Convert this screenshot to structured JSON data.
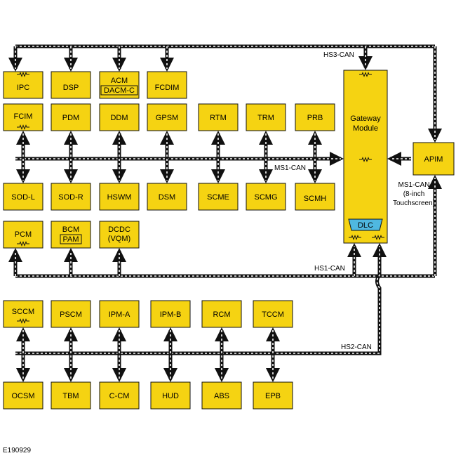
{
  "figure_id": "E190929",
  "colors": {
    "module_fill": "#f5d312",
    "module_stroke": "#111111",
    "dlc_fill": "#4fb8e0",
    "bus": "#111111"
  },
  "buses": {
    "hs3": "HS3-CAN",
    "ms1": "MS1-CAN",
    "hs1": "HS1-CAN",
    "hs2": "HS2-CAN"
  },
  "gateway": {
    "line1": "Gateway",
    "line2": "Module",
    "dlc": "DLC"
  },
  "apim": {
    "label": "APIM",
    "note1": "MS1-CAN",
    "note2": "(8-inch",
    "note3": "Touchscreen)"
  },
  "modules": {
    "ipc": "IPC",
    "dsp": "DSP",
    "acm": "ACM",
    "dacm_c": "DACM-C",
    "fcdim": "FCDIM",
    "fcim": "FCIM",
    "pdm": "PDM",
    "ddm": "DDM",
    "gpsm": "GPSM",
    "rtm": "RTM",
    "trm": "TRM",
    "prb": "PRB",
    "sod_l": "SOD-L",
    "sod_r": "SOD-R",
    "hswm": "HSWM",
    "dsm": "DSM",
    "scme": "SCME",
    "scmg": "SCMG",
    "scmh": "SCMH",
    "pcm": "PCM",
    "bcm": "BCM",
    "pam": "PAM",
    "dcdc_1": "DCDC",
    "dcdc_2": "(VQM)",
    "sccm": "SCCM",
    "pscm": "PSCM",
    "ipm_a": "IPM-A",
    "ipm_b": "IPM-B",
    "rcm": "RCM",
    "tccm": "TCCM",
    "ocsm": "OCSM",
    "tbm": "TBM",
    "c_cm": "C-CM",
    "hud": "HUD",
    "abs": "ABS",
    "epb": "EPB"
  }
}
